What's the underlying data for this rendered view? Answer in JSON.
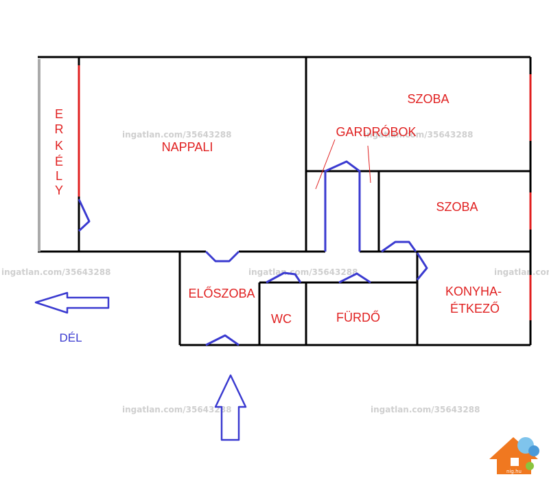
{
  "plan": {
    "rooms": {
      "nappali": "NAPPALI",
      "szoba_top": "SZOBA",
      "gardrobok": "GARDRÓBOK",
      "szoba_mid": "SZOBA",
      "eloszoba": "ELŐSZOBA",
      "wc": "WC",
      "furdo": "FÜRDŐ",
      "konyha_1": "KONYHA-",
      "konyha_2": "ÉTKEZŐ"
    },
    "erkely_letters": [
      "E",
      "R",
      "K",
      "É",
      "L",
      "Y"
    ],
    "compass": "DÉL",
    "watermark": "ingatlan.com/35643288",
    "logo_text": "nig.hu"
  },
  "colors": {
    "wall": "#000000",
    "window": "#e02020",
    "door": "#3a3ad0",
    "label": "#e02020",
    "watermark": "#cfcfcf",
    "logo_roof": "#f07820"
  }
}
